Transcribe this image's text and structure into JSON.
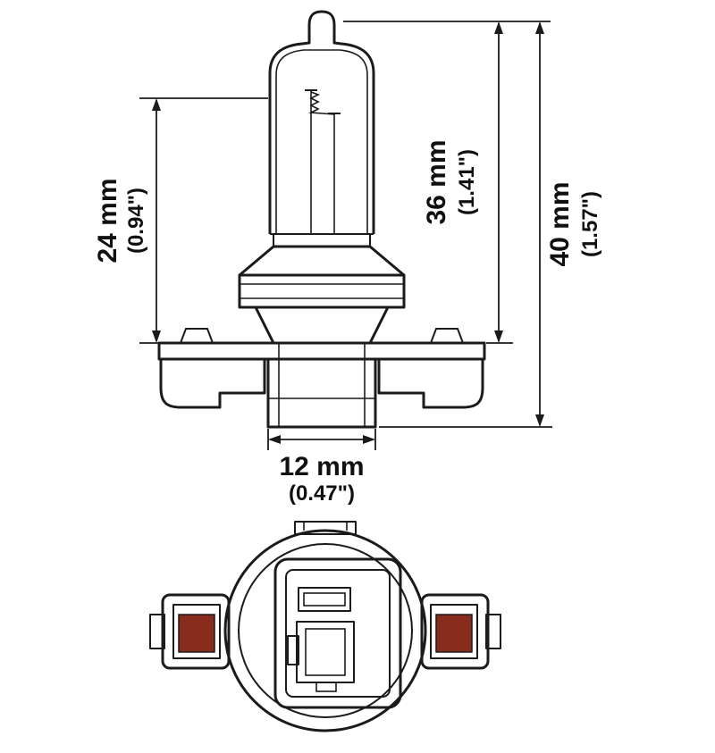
{
  "diagram": {
    "title": "automotive-bulb-technical-drawing",
    "colors": {
      "line": "#1b1b1b",
      "accent_red": "#8a2c1d",
      "background": "#ffffff"
    },
    "dimensions": {
      "height_24": {
        "metric": "24 mm",
        "imperial": "(0.94\")"
      },
      "height_36": {
        "metric": "36 mm",
        "imperial": "(1.41\")"
      },
      "height_40": {
        "metric": "40 mm",
        "imperial": "(1.57\")"
      },
      "width_12": {
        "metric": "12 mm",
        "imperial": "(0.47\")"
      }
    }
  }
}
